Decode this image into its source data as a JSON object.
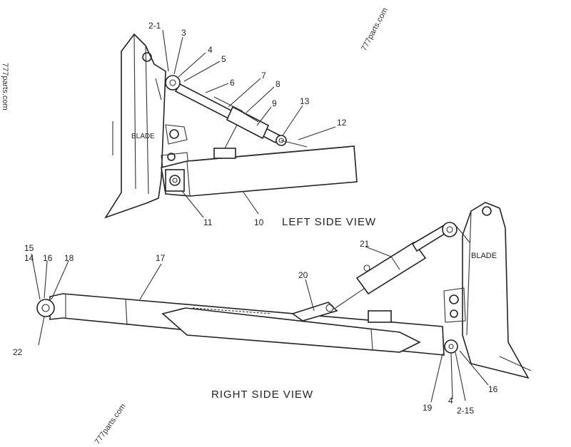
{
  "watermarks": [
    "777parts.com",
    "777parts.com",
    "777parts.com"
  ],
  "left_view": {
    "caption": "LEFT SIDE VIEW",
    "blade_label": "BLADE",
    "callouts": [
      "2-1",
      "3",
      "4",
      "5",
      "6",
      "7",
      "8",
      "9",
      "13",
      "12",
      "11",
      "10"
    ]
  },
  "right_view": {
    "caption": "RIGHT SIDE VIEW",
    "blade_label": "BLADE",
    "callouts": [
      "15",
      "14",
      "16",
      "18",
      "17",
      "22",
      "21",
      "20",
      "19",
      "4",
      "2-15",
      "16"
    ]
  }
}
